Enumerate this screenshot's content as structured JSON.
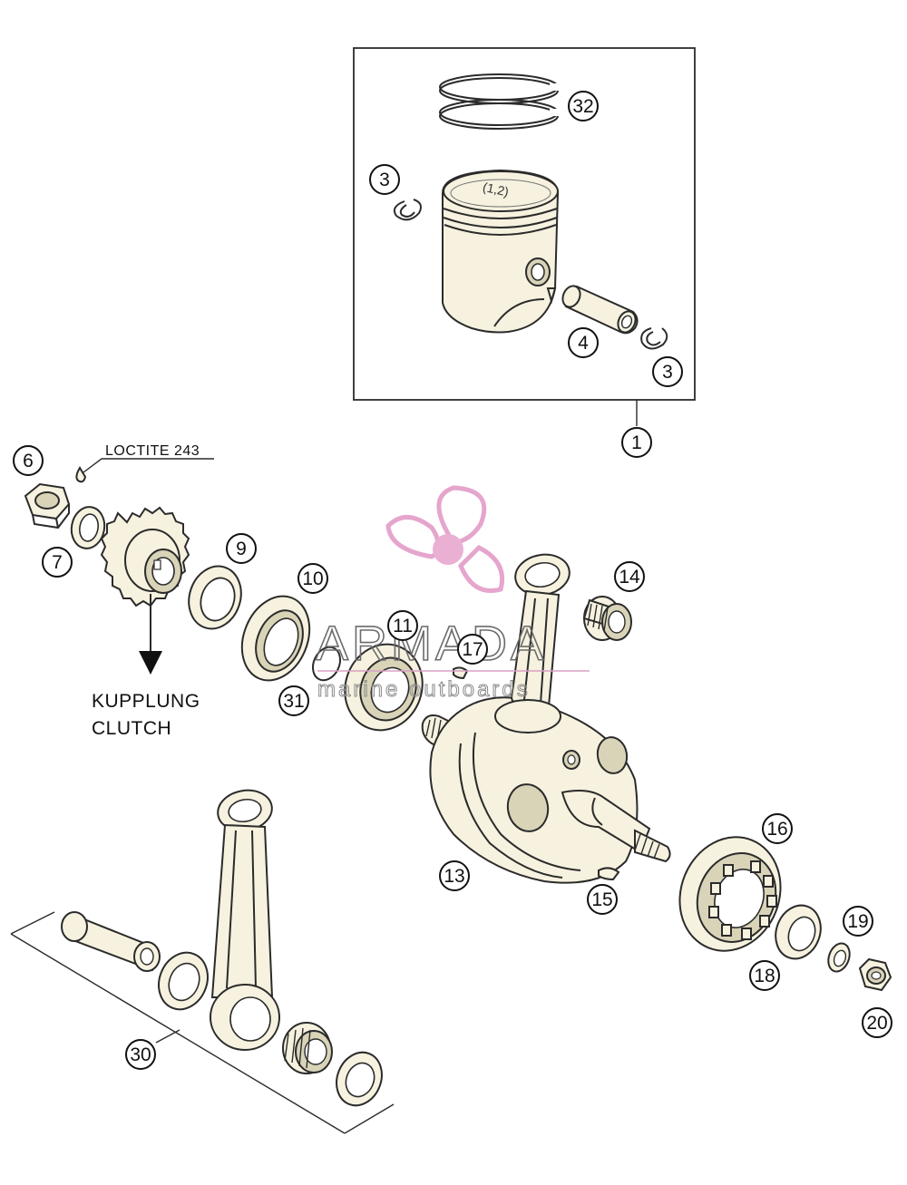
{
  "diagram": {
    "callouts": [
      {
        "id": "c32",
        "label": "32"
      },
      {
        "id": "c3a",
        "label": "3"
      },
      {
        "id": "c4",
        "label": "4"
      },
      {
        "id": "c3b",
        "label": "3"
      },
      {
        "id": "c1",
        "label": "1"
      },
      {
        "id": "c6",
        "label": "6"
      },
      {
        "id": "c7",
        "label": "7"
      },
      {
        "id": "c9",
        "label": "9"
      },
      {
        "id": "c10",
        "label": "10"
      },
      {
        "id": "c11",
        "label": "11"
      },
      {
        "id": "c17",
        "label": "17"
      },
      {
        "id": "c14",
        "label": "14"
      },
      {
        "id": "c31",
        "label": "31"
      },
      {
        "id": "c13",
        "label": "13"
      },
      {
        "id": "c15",
        "label": "15"
      },
      {
        "id": "c16",
        "label": "16"
      },
      {
        "id": "c19",
        "label": "19"
      },
      {
        "id": "c18",
        "label": "18"
      },
      {
        "id": "c20",
        "label": "20"
      },
      {
        "id": "c30",
        "label": "30"
      }
    ],
    "notes": {
      "loctite": "LOCTITE 243",
      "kupplung": "KUPPLUNG",
      "clutch": "CLUTCH",
      "piston_marking": "(1,2)"
    },
    "watermark": {
      "title": "ARMADA",
      "subtitle": "marine outboards",
      "logo_color": "#e39cc8",
      "logo_center_color": "#e8a8d0",
      "icon": "propeller-icon"
    },
    "colors": {
      "part_fill": "#f6f2df",
      "outline": "#2b2b2b"
    }
  }
}
